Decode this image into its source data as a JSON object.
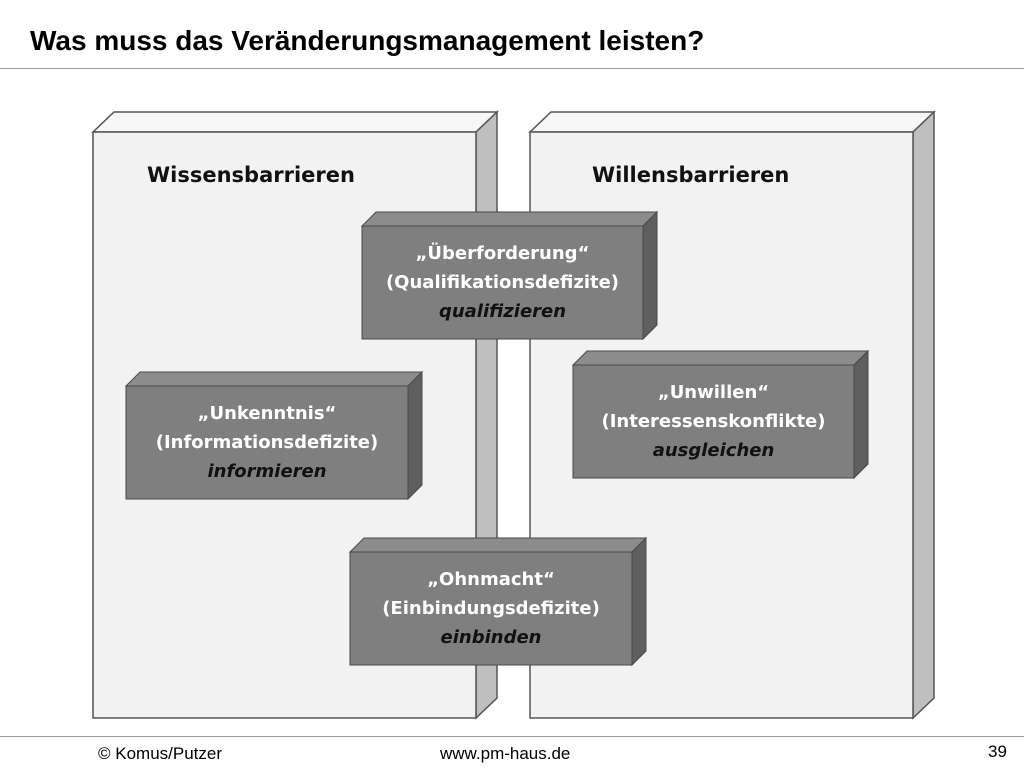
{
  "title": "Was muss das Veränderungsmanagement leisten?",
  "panels": {
    "left": {
      "label": "Wissensbarrieren"
    },
    "right": {
      "label": "Willensbarrieren"
    }
  },
  "boxes": {
    "ueberforderung": {
      "title": "„Überforderung“",
      "subtitle": "(Qualifikationsdefizite)",
      "action": "qualifizieren"
    },
    "unkenntnis": {
      "title": "„Unkenntnis“",
      "subtitle": "(Informationsdefizite)",
      "action": "informieren"
    },
    "unwillen": {
      "title": "„Unwillen“",
      "subtitle": "(Interessenskonflikte)",
      "action": "ausgleichen"
    },
    "ohnmacht": {
      "title": "„Ohnmacht“",
      "subtitle": "(Einbindungsdefizite)",
      "action": "einbinden"
    }
  },
  "colors": {
    "panel_face": "#f2f2f2",
    "panel_top": "#f7f7f7",
    "panel_side": "#bfbfbf",
    "box_face": "#7f7f7f",
    "box_top": "#8c8c8c",
    "box_side": "#5f5f5f"
  },
  "footer": {
    "copyright": "© Komus/Putzer",
    "website": "www.pm-haus.de",
    "page_number": "39"
  }
}
